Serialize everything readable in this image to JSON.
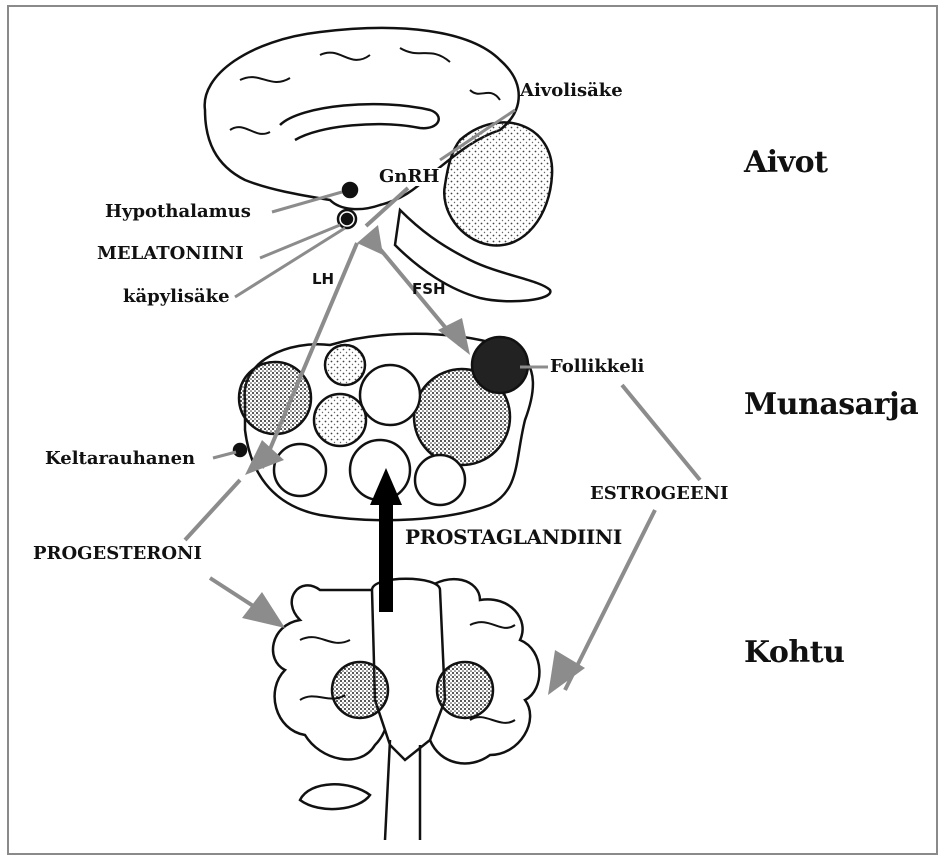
{
  "organs": {
    "brain": "Aivot",
    "ovary": "Munasarja",
    "uterus": "Kohtu"
  },
  "labels": {
    "pituitary": "Aivolisäke",
    "gnrh": "GnRH",
    "hypothalamus": "Hypothalamus",
    "melatonin": "MELATONIINI",
    "pineal": "käpylisäke",
    "lh": "LH",
    "fsh": "FSH",
    "follicle": "Follikkeli",
    "corpus_luteum": "Keltarauhanen",
    "estrogen": "ESTROGEENI",
    "progesterone": "PROGESTERONI",
    "prostaglandin": "PROSTAGLANDIINI"
  },
  "colors": {
    "arrow_gray": "#8c8c8c",
    "arrow_black": "#000000",
    "ink": "#111111",
    "frame": "#8a8a8a"
  }
}
